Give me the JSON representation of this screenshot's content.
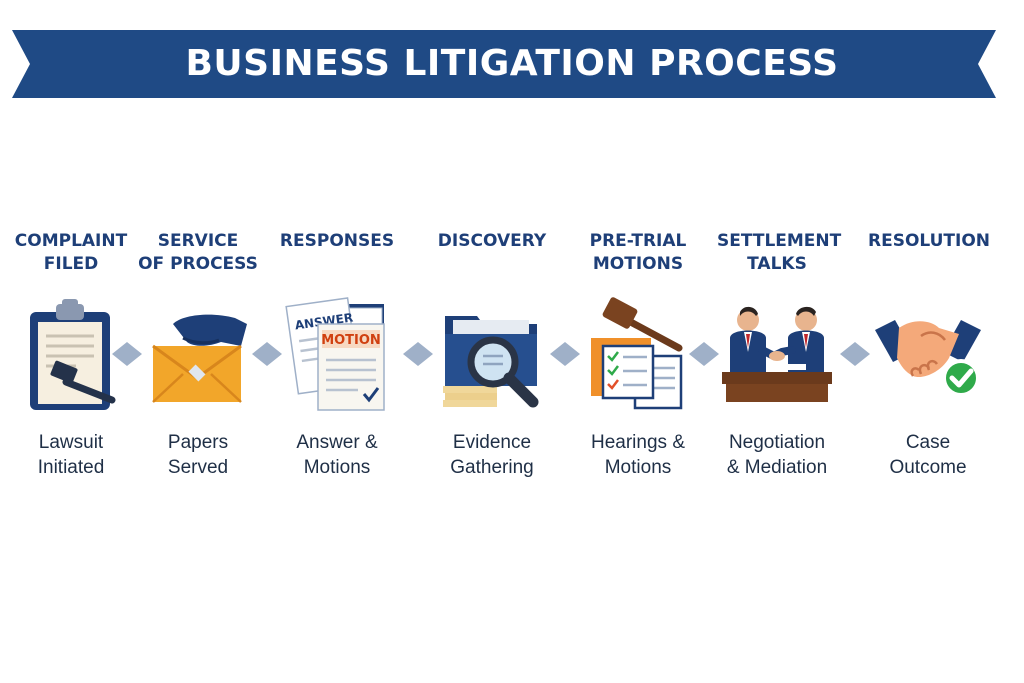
{
  "header": {
    "title": "BUSINESS LITIGATION PROCESS"
  },
  "colors": {
    "navy": "#1e3f78",
    "banner": "#1f4a85",
    "gold": "#f2a62a",
    "orange": "#f0902a",
    "green": "#2faa4a",
    "arrow": "#9fb0c8"
  },
  "steps": [
    {
      "title_lines": [
        "COMPLAINT",
        "FILED"
      ],
      "icon": "clipboard-gavel-icon",
      "desc_lines": [
        "Lawsuit",
        "Initiated"
      ]
    },
    {
      "title_lines": [
        "SERVICE",
        "OF PROCESS"
      ],
      "icon": "envelope-hand-icon",
      "desc_lines": [
        "Papers",
        "Served"
      ]
    },
    {
      "title_lines": [
        "RESPONSES"
      ],
      "icon": "documents-icon",
      "doc_labels": [
        "ANSWER",
        "MOTION"
      ],
      "desc_lines": [
        "Answer &",
        "Motions"
      ]
    },
    {
      "title_lines": [
        "DISCOVERY"
      ],
      "icon": "folder-magnifier-icon",
      "desc_lines": [
        "Evidence",
        "Gathering"
      ]
    },
    {
      "title_lines": [
        "PRE-TRIAL",
        "MOTIONS"
      ],
      "icon": "gavel-checklist-icon",
      "desc_lines": [
        "Hearings &",
        "Motions"
      ]
    },
    {
      "title_lines": [
        "SETTLEMENT",
        "TALKS"
      ],
      "icon": "negotiation-icon",
      "desc_lines": [
        "Negotiation",
        "& Mediation"
      ]
    },
    {
      "title_lines": [
        "RESOLUTION"
      ],
      "icon": "handshake-check-icon",
      "desc_lines": [
        "Case",
        "Outcome"
      ]
    }
  ]
}
